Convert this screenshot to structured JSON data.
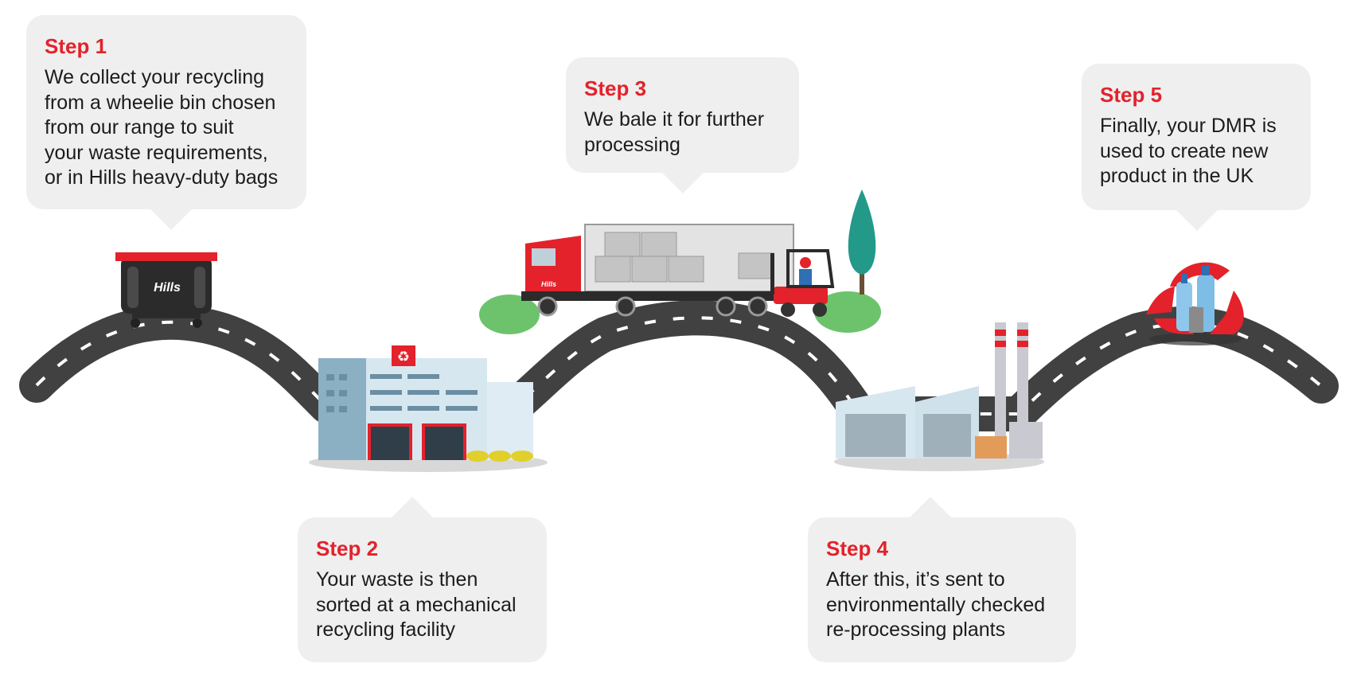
{
  "steps": [
    {
      "title": "Step 1",
      "text": [
        "We collect your recycling",
        "from a wheelie bin chosen",
        "from our range to suit",
        "your waste requirements,",
        "or in Hills heavy-duty bags"
      ]
    },
    {
      "title": "Step 2",
      "text": [
        "Your waste is then",
        "sorted at a mechanical",
        "recycling facility"
      ]
    },
    {
      "title": "Step 3",
      "text": [
        "We bale it for further",
        "processing"
      ]
    },
    {
      "title": "Step 4",
      "text": [
        "After this, it’s sent to",
        "environmentally checked",
        "re-processing plants"
      ]
    },
    {
      "title": "Step 5",
      "text": [
        "Finally, your DMR is",
        "used to create new",
        "product in the UK"
      ]
    }
  ],
  "bin": {
    "brand": "Hills"
  },
  "truck": {
    "brand": "Hills"
  },
  "colors": {
    "accent": "#e3222b",
    "road": "#414142",
    "road_marking": "#ffffff",
    "callout_bg": "#efefef",
    "text": "#1c1c1c",
    "building": "#d7e7f0",
    "tree": "#2a9d8f",
    "bush": "#6cc36b"
  },
  "icons": [
    "wheelie-bin-icon",
    "recycling-facility-icon",
    "recycle-symbol-icon",
    "truck-icon",
    "forklift-icon",
    "tree-icon",
    "factory-icon",
    "recycled-bottles-icon"
  ]
}
